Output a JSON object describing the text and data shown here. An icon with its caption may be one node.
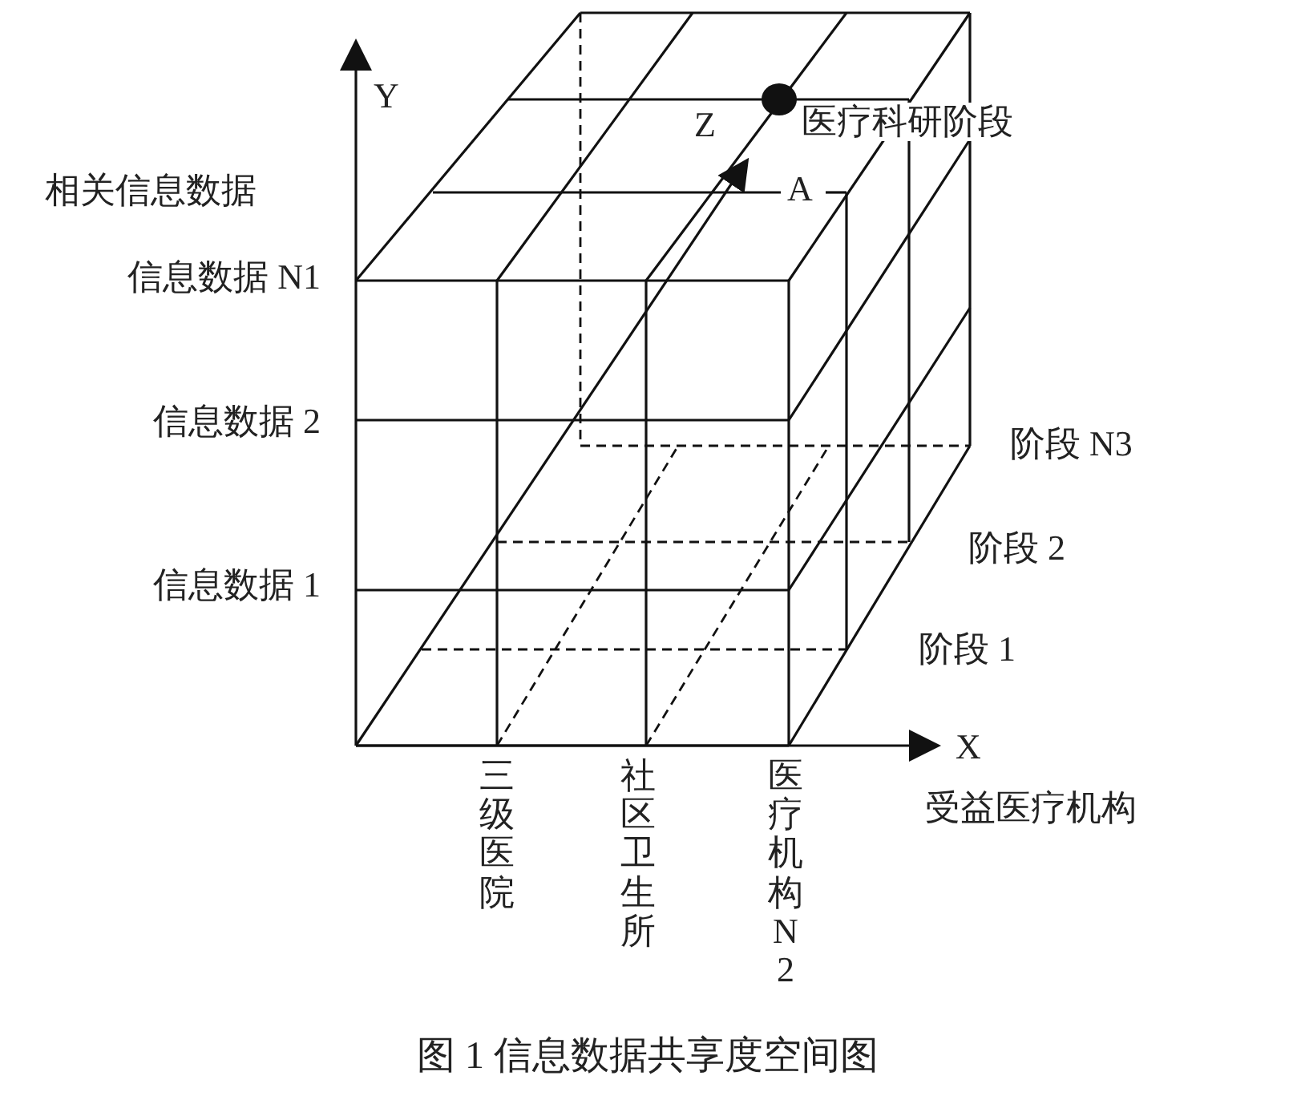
{
  "diagram": {
    "caption": "图 1 信息数据共享度空间图",
    "labels": [
      "Y",
      "Z",
      "医疗科研阶段",
      "相关信息数据",
      "A",
      "信息数据 N1",
      "信息数据 2",
      "阶段 N3",
      "阶段 2",
      "信息数据 1",
      "阶段 1",
      "X",
      "三级医院",
      "社区卫生所",
      "医疗机构N2",
      "受益医疗机构"
    ]
  }
}
